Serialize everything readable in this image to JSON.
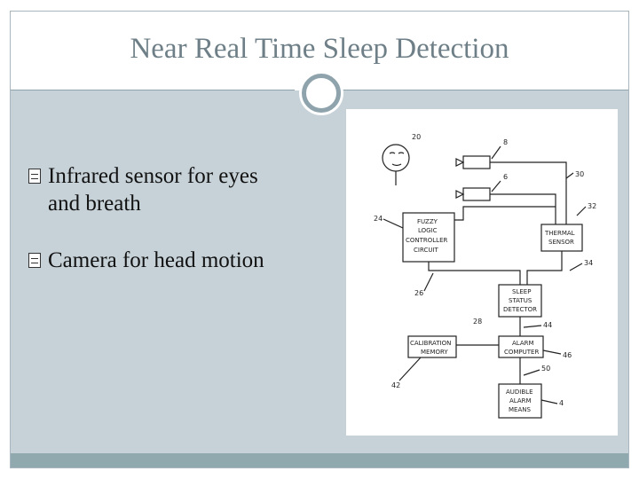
{
  "slide": {
    "title": "Near Real Time Sleep Detection",
    "bullets": [
      {
        "text": "Infrared sensor for eyes and breath"
      },
      {
        "text": "Camera for head motion"
      }
    ],
    "bullet_icon": "page-bullet-icon"
  },
  "diagram": {
    "boxes": {
      "fuzzy": [
        "FUZZY",
        "LOGIC",
        "CONTROLLER",
        "CIRCUIT"
      ],
      "thermal": [
        "THERMAL",
        "SENSOR"
      ],
      "sleep": [
        "SLEEP",
        "STATUS",
        "DETECTOR"
      ],
      "calib": [
        "CALIBRATION",
        "MEMORY"
      ],
      "alarm_computer": [
        "ALARM",
        "COMPUTER"
      ],
      "audible": [
        "AUDIBLE",
        "ALARM",
        "MEANS"
      ]
    },
    "refs": {
      "r20": "20",
      "r8": "8",
      "r6": "6",
      "r30": "30",
      "r32": "32",
      "r24": "24",
      "r34": "34",
      "r26": "26",
      "r28": "28",
      "r44": "44",
      "r46": "46",
      "r50": "50",
      "r42": "42",
      "r4": "4"
    }
  },
  "colors": {
    "title": "#6e7f87",
    "content_bg": "#c6d2d8",
    "accent": "#8ea3ac",
    "bottom_band": "#8fa9ae"
  }
}
